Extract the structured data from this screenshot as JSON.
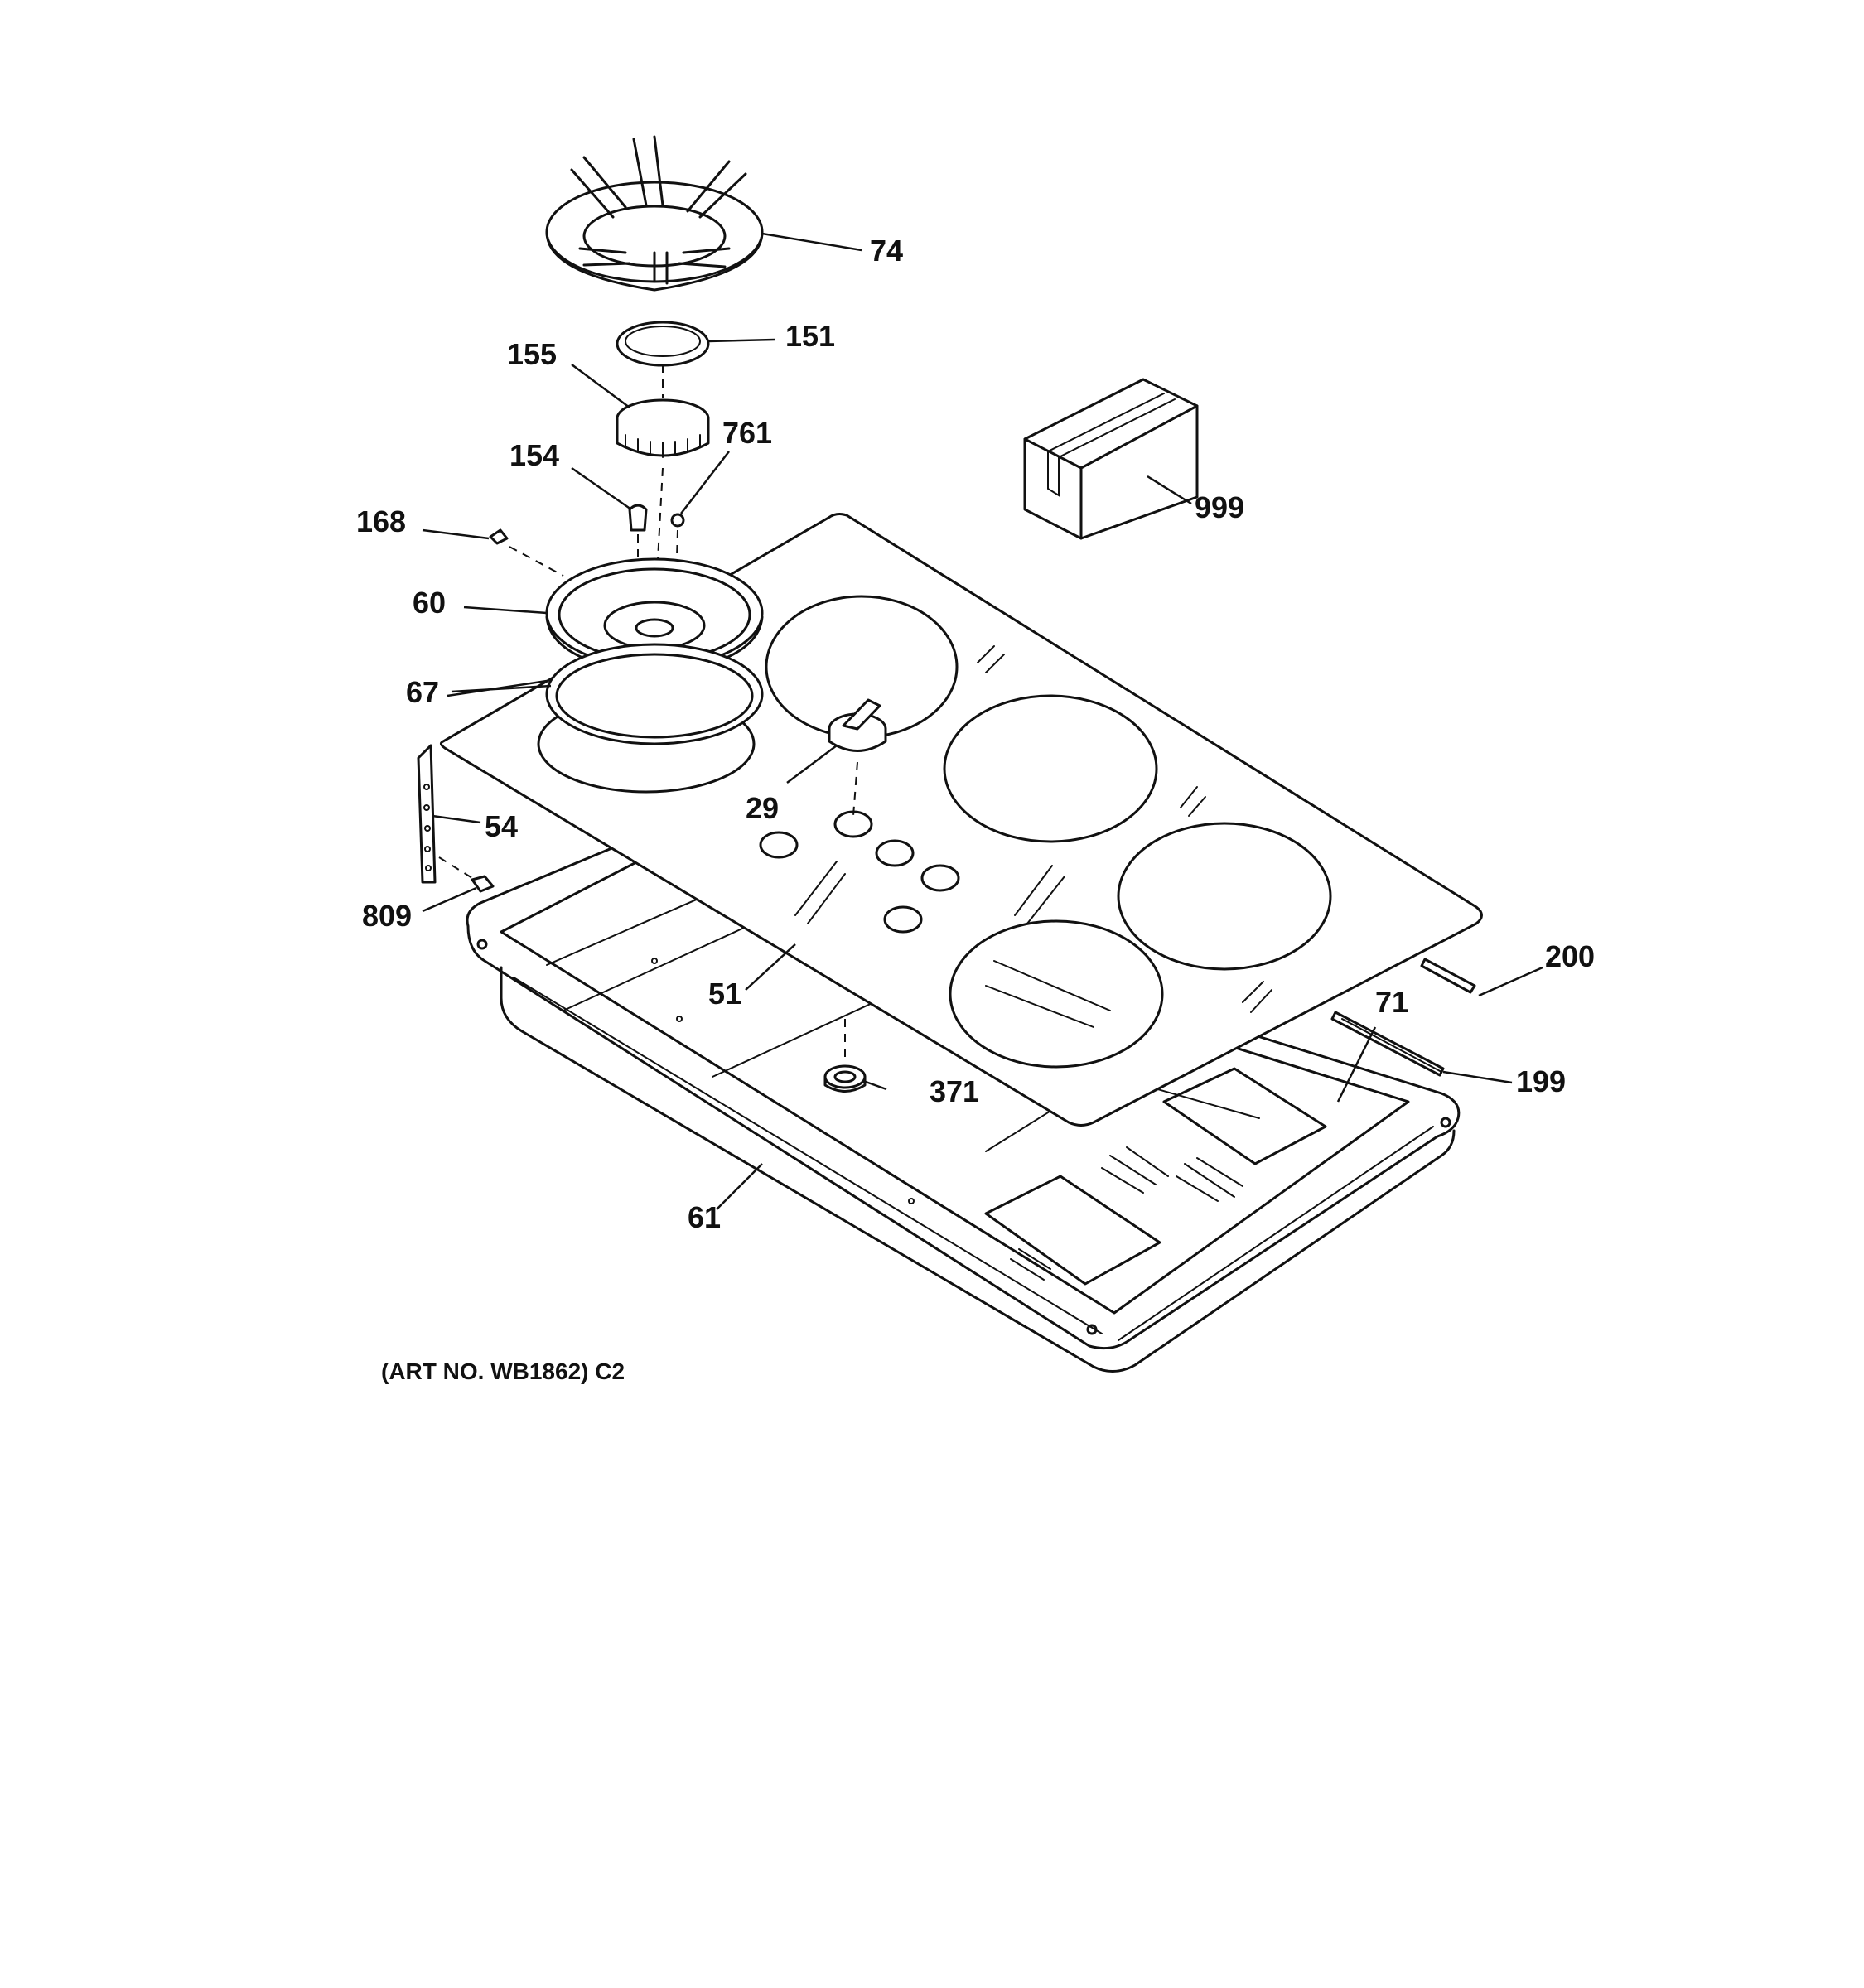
{
  "diagram": {
    "art_number": "(ART NO. WB1862) C2",
    "parts": [
      {
        "id": "grate",
        "number": "74"
      },
      {
        "id": "burner-cap",
        "number": "151"
      },
      {
        "id": "burner-head",
        "number": "155"
      },
      {
        "id": "electrode",
        "number": "154"
      },
      {
        "id": "screw-761",
        "number": "761"
      },
      {
        "id": "clip-168",
        "number": "168"
      },
      {
        "id": "burner-bowl",
        "number": "60"
      },
      {
        "id": "gasket-ring",
        "number": "67"
      },
      {
        "id": "bracket",
        "number": "54"
      },
      {
        "id": "screw-809",
        "number": "809"
      },
      {
        "id": "control-knob",
        "number": "29"
      },
      {
        "id": "glass-cooktop",
        "number": "51"
      },
      {
        "id": "grommet",
        "number": "371"
      },
      {
        "id": "cooktop-pan",
        "number": "61"
      },
      {
        "id": "insulation",
        "number": "71"
      },
      {
        "id": "strip-200",
        "number": "200"
      },
      {
        "id": "strip-199",
        "number": "199"
      },
      {
        "id": "kit-box",
        "number": "999"
      }
    ]
  }
}
